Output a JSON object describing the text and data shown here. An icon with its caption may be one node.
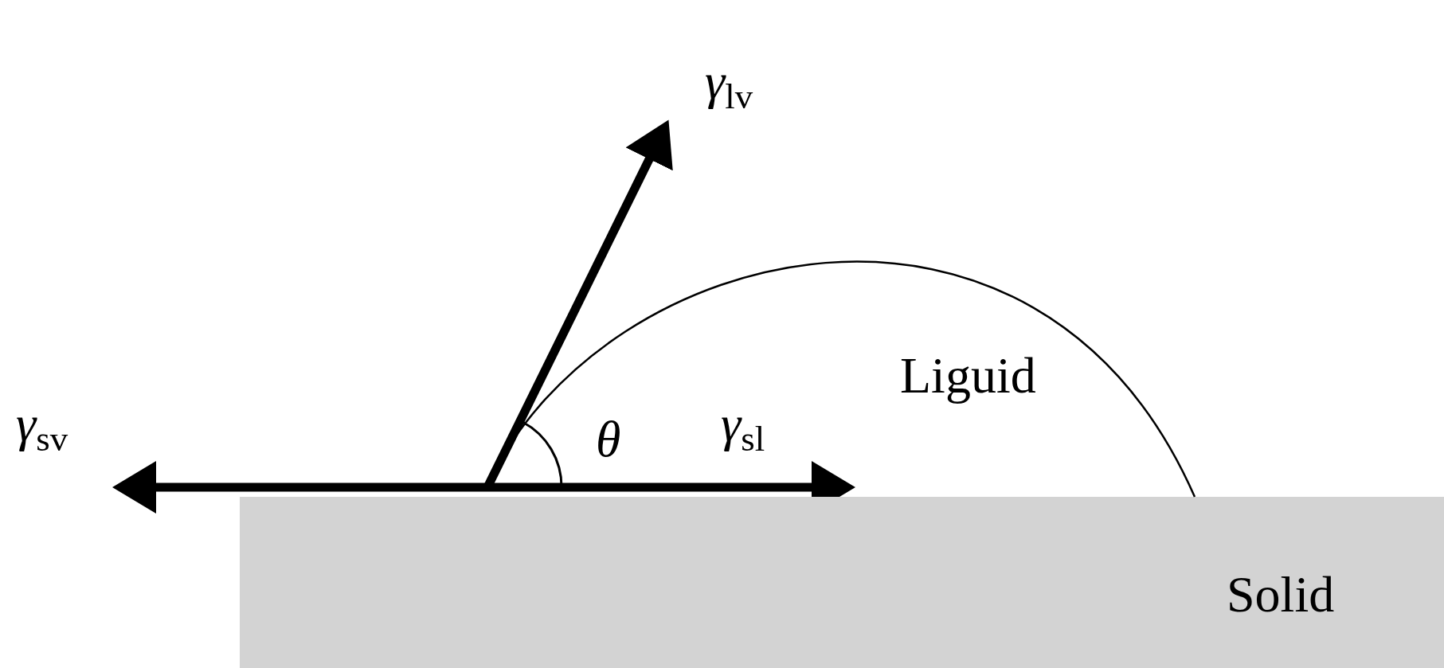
{
  "diagram": {
    "nodes": [
      {
        "text": [
          "Liguid"
        ]
      },
      {
        "text": [
          "Solid"
        ]
      }
    ],
    "labels": [
      "γ$_{lv}$",
      "γ$_{sv}$",
      "θ",
      "γ$_{sl}$"
    ]
  }
}
